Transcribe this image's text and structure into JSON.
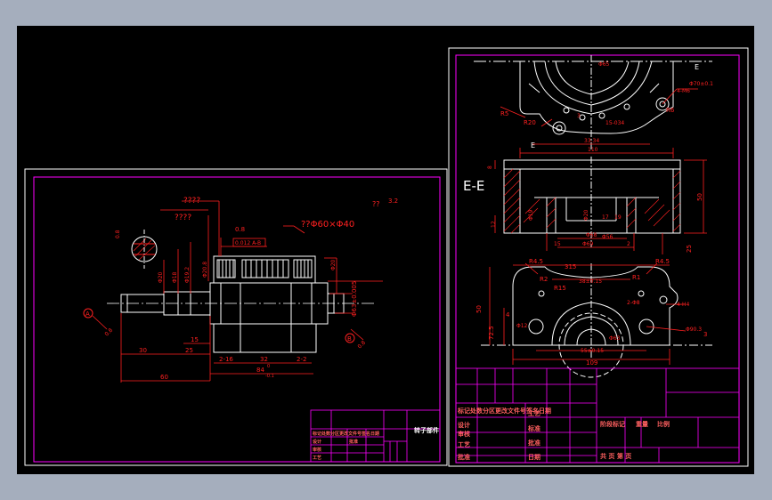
{
  "colors": {
    "desktop": "#a5aebd",
    "canvas": "#000000",
    "frame": "#ffffff",
    "border": "#ff00ff",
    "geometry": "#ffffff",
    "dimension": "#ff2020",
    "centerline": "#ffffff",
    "title_text": "#ffff66"
  },
  "left_sheet": {
    "labels": {
      "q1": "????",
      "q2": "????",
      "roughness": "0.8",
      "tolerance": "0.012 A-B",
      "shaft_note": "??Φ60×Φ40",
      "corner_note": "??",
      "corner_val": "3.2",
      "datum_a": "A",
      "datum_b": "B",
      "d_left": "Φ20",
      "d_1": "Φ18",
      "d_2": "Φ19.2",
      "d_3": "Φ20.8",
      "d_right": "Φ20",
      "d_big": "Φ63±0.005",
      "d_key": "0.8",
      "d_a": "0.8",
      "d_b": "0.8",
      "dim_15": "15",
      "dim_30": "30",
      "dim_25": "25",
      "dim_2x16": "2-16",
      "dim_32": "32",
      "dim_2x2": "2-2",
      "dim_84": "84",
      "dim_84t": "0",
      "dim_84b": "-0.1",
      "dim_60": "60"
    },
    "title_block": {
      "name": "转子部件",
      "rows": [
        "标记处数分区更改文件号签名日期",
        "设计",
        "审核",
        "工艺",
        "批准"
      ]
    }
  },
  "right_sheet": {
    "labels": {
      "section": "E-E",
      "e_top": "E",
      "e_bottom": "E",
      "phi65": "Φ65",
      "phi70": "Φ70±0.1",
      "m6": "4-M6",
      "r5": "R5",
      "r20": "R20",
      "r6": "R6",
      "d3": "3",
      "d1534": "15-034",
      "w3334": "33.34",
      "w110": "110",
      "h8": "8",
      "h12": "12",
      "h50": "50",
      "h25": "25",
      "d_phi19": "Φ19",
      "d_phi20": "Φ20",
      "d17": "17",
      "d19": "19",
      "d_phi68": "Φ68",
      "d_phi69": "Φ69",
      "d_phi56": "Φ56",
      "d15": "15",
      "d2": "2",
      "r45a": "R4.5",
      "r45b": "R4.5",
      "w315": "315",
      "r2": "R2",
      "r1": "R1",
      "r15": "R15",
      "h4": "4-H4",
      "d38": "38±0.15",
      "d48": "2-Φ8",
      "d50": "50",
      "d725": "72.5",
      "d4": "4",
      "d_phi12": "Φ12",
      "d_phi9": "Φ90.3",
      "d_phi63": "Φ63",
      "d55": "55±0.15",
      "d109": "109",
      "d3b": "3"
    },
    "title_block": {
      "header": "标记处数分区更改文件号签名日期",
      "rows": [
        "设计",
        "审核",
        "工艺",
        "批准"
      ],
      "col2": [
        "工艺",
        "标准",
        "批准",
        "日期"
      ],
      "mid": "阶段标记",
      "mid2": "重量",
      "mid3": "比例",
      "footer": "共  页    第  页"
    }
  }
}
